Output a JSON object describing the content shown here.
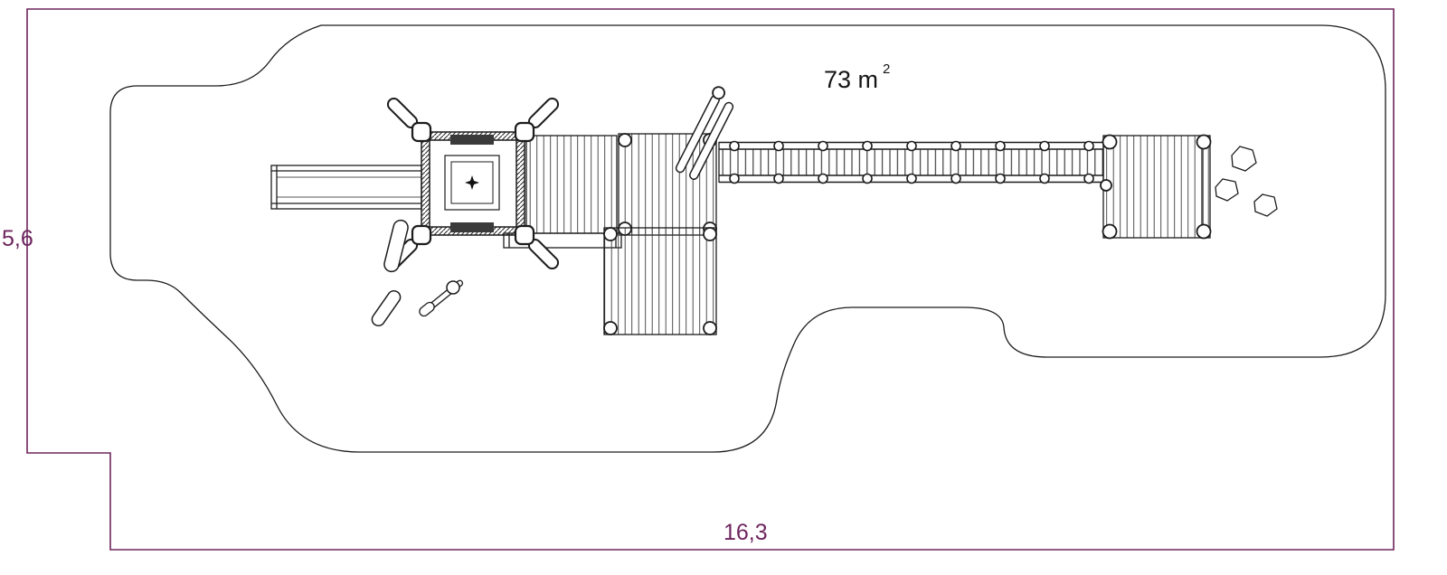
{
  "colors": {
    "dimension_line": "#6e265e",
    "drawing_line": "#1c1c1c"
  },
  "dimensions": {
    "height": "5,6",
    "width": "16,3"
  },
  "area_label": {
    "value": "73 m",
    "exponent": "2"
  }
}
